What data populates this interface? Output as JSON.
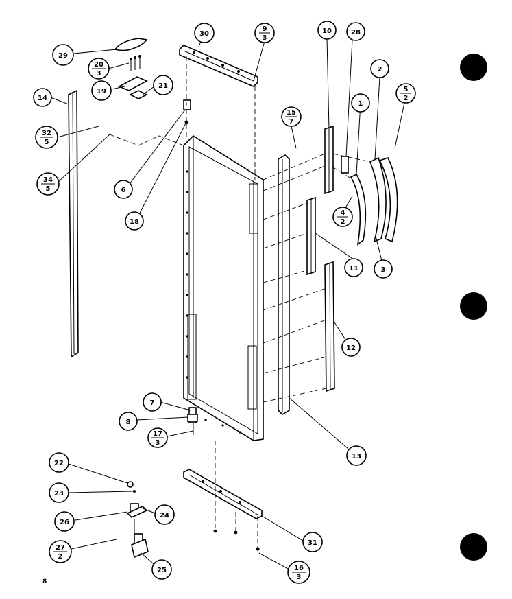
{
  "callouts": [
    {
      "id": "30",
      "label": "30"
    },
    {
      "id": "9-3",
      "num": "9",
      "den": "3"
    },
    {
      "id": "10",
      "label": "10"
    },
    {
      "id": "28",
      "label": "28"
    },
    {
      "id": "2",
      "label": "2"
    },
    {
      "id": "5-2",
      "num": "5",
      "den": "2"
    },
    {
      "id": "29",
      "label": "29"
    },
    {
      "id": "20-3",
      "num": "20",
      "den": "3"
    },
    {
      "id": "19",
      "label": "19"
    },
    {
      "id": "21",
      "label": "21"
    },
    {
      "id": "14",
      "label": "14"
    },
    {
      "id": "32-5",
      "num": "32",
      "den": "5"
    },
    {
      "id": "34-5",
      "num": "34",
      "den": "5"
    },
    {
      "id": "6",
      "label": "6"
    },
    {
      "id": "18",
      "label": "18"
    },
    {
      "id": "15-7",
      "num": "15",
      "den": "7"
    },
    {
      "id": "1",
      "label": "1"
    },
    {
      "id": "4-2",
      "num": "4",
      "den": "2"
    },
    {
      "id": "11",
      "label": "11"
    },
    {
      "id": "3",
      "label": "3"
    },
    {
      "id": "12",
      "label": "12"
    },
    {
      "id": "7",
      "label": "7"
    },
    {
      "id": "8",
      "label": "8"
    },
    {
      "id": "17-3",
      "num": "17",
      "den": "3"
    },
    {
      "id": "13",
      "label": "13"
    },
    {
      "id": "22",
      "label": "22"
    },
    {
      "id": "23",
      "label": "23"
    },
    {
      "id": "24",
      "label": "24"
    },
    {
      "id": "26",
      "label": "26"
    },
    {
      "id": "27-2",
      "num": "27",
      "den": "2"
    },
    {
      "id": "25",
      "label": "25"
    },
    {
      "id": "31",
      "label": "31"
    },
    {
      "id": "16-3",
      "num": "16",
      "den": "3"
    }
  ],
  "page_number": "8",
  "colors": {
    "ink": "#000000",
    "paper": "#ffffff"
  }
}
